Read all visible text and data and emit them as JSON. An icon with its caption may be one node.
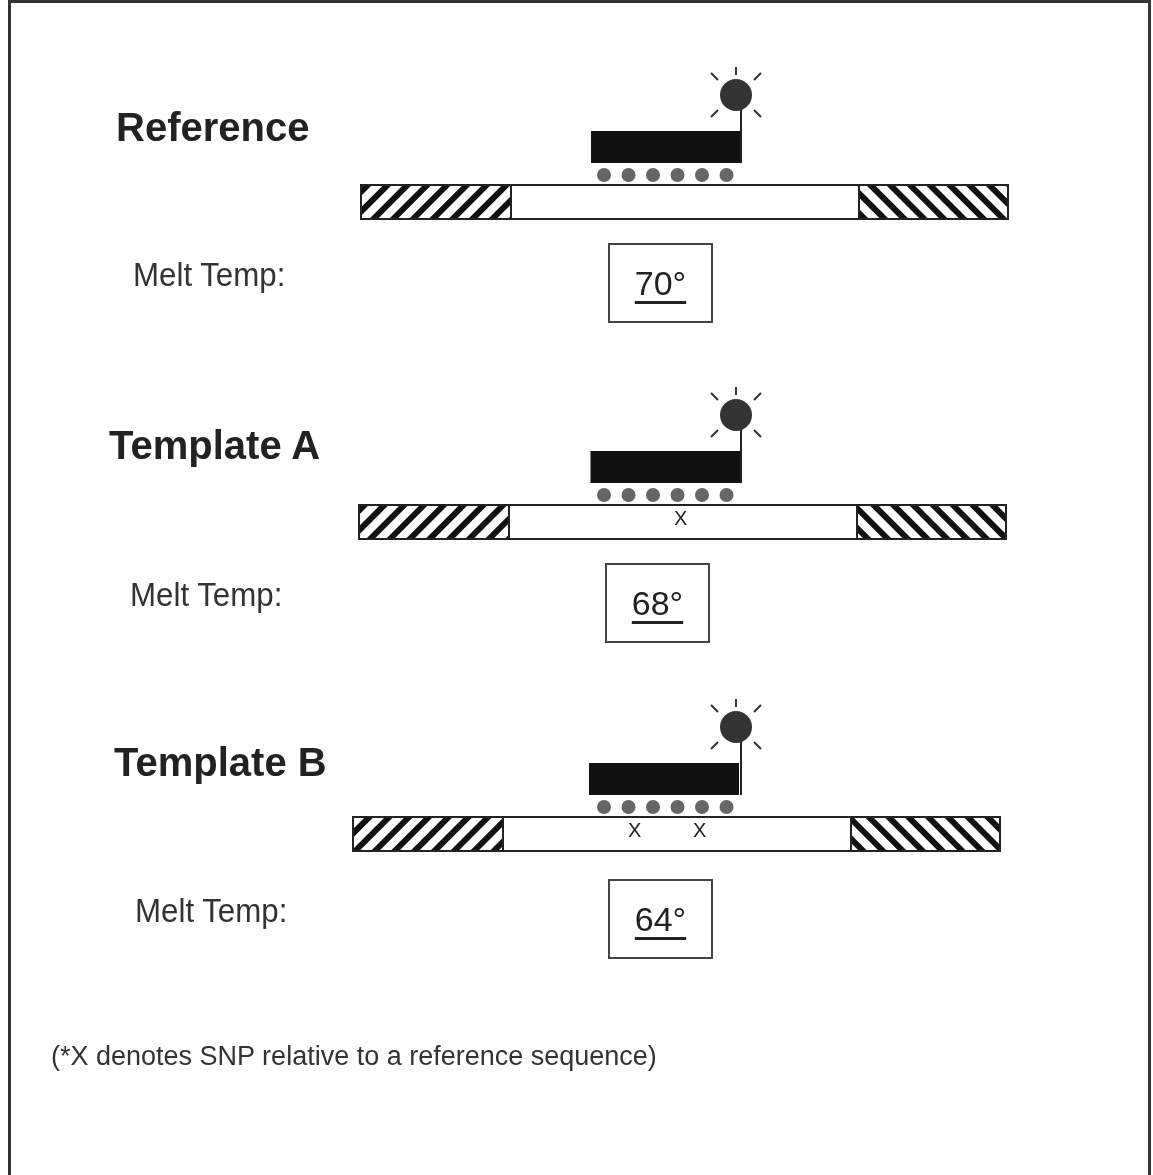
{
  "diagram": {
    "caption": "(*X denotes SNP relative to a reference sequence)",
    "nodes": [
      {
        "text": [
          "70°"
        ]
      },
      {
        "text": [
          "68°"
        ]
      },
      {
        "text": [
          "64°"
        ]
      }
    ],
    "labels": [
      "Reference",
      "Melt Temp:",
      "Template A",
      "X",
      "Melt Temp:",
      "Template B",
      "X",
      "X",
      "Melt Temp:"
    ]
  }
}
